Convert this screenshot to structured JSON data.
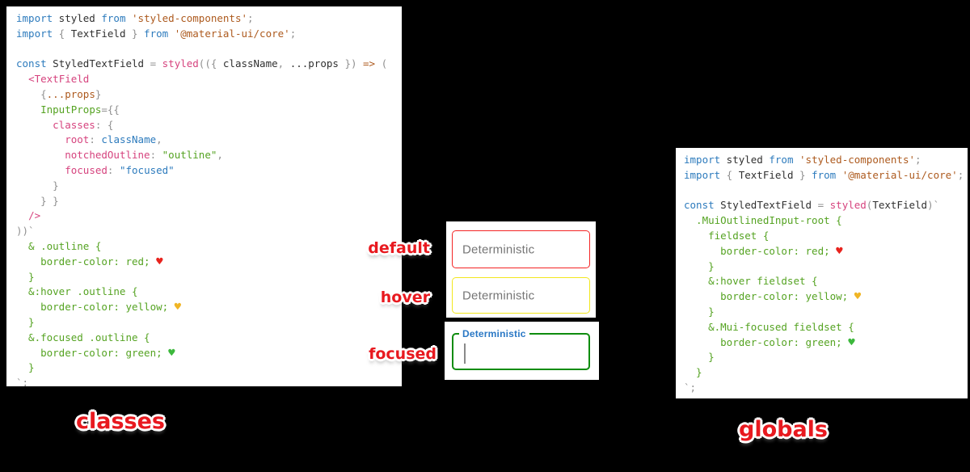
{
  "colors": {
    "background": "#000000",
    "annotation_red": "#e8191f",
    "keyword_blue": "#2d7bbd",
    "string_orange": "#ad5a1e",
    "jsx_pink": "#d6437e",
    "css_green": "#55a322",
    "border_default": "#f42525",
    "border_hover": "#f2e71d",
    "border_focused": "#0e8c0e",
    "label_gray": "#767676",
    "focused_label_blue": "#2a78c5"
  },
  "captions": {
    "classes": "classes",
    "globals": "globals"
  },
  "annotations": {
    "default": "default",
    "hover": "hover",
    "focused": "focused"
  },
  "textfields": {
    "default": {
      "label": "Deterministic",
      "border_color": "#f42525"
    },
    "hover": {
      "label": "Deterministic",
      "border_color": "#f2e71d"
    },
    "focused": {
      "label": "Deterministic",
      "border_color": "#0e8c0e"
    }
  },
  "left_snippet": {
    "lines": [
      [
        [
          "kw",
          "import"
        ],
        [
          "id",
          " styled "
        ],
        [
          "kw",
          "from"
        ],
        [
          "id",
          " "
        ],
        [
          "st",
          "'styled-components'"
        ],
        [
          "pn",
          ";"
        ]
      ],
      [
        [
          "kw",
          "import"
        ],
        [
          "pn",
          " { "
        ],
        [
          "id",
          "TextField"
        ],
        [
          "pn",
          " } "
        ],
        [
          "kw",
          "from"
        ],
        [
          "id",
          " "
        ],
        [
          "st",
          "'@material-ui/core'"
        ],
        [
          "pn",
          ";"
        ]
      ],
      [],
      [
        [
          "kw",
          "const"
        ],
        [
          "id",
          " StyledTextField "
        ],
        [
          "pn",
          "= "
        ],
        [
          "pk",
          "styled"
        ],
        [
          "pn",
          "(({ "
        ],
        [
          "id",
          "className"
        ],
        [
          "pn",
          ", "
        ],
        [
          "id",
          "...props"
        ],
        [
          "pn",
          " }) "
        ],
        [
          "st",
          "=>"
        ],
        [
          "pn",
          " ("
        ]
      ],
      [
        [
          "pn",
          "  "
        ],
        [
          "pk",
          "<TextField"
        ]
      ],
      [
        [
          "pn",
          "    {"
        ],
        [
          "st",
          "...props"
        ],
        [
          "pn",
          "}"
        ]
      ],
      [
        [
          "pn",
          "    "
        ],
        [
          "gr",
          "InputProps"
        ],
        [
          "pn",
          "={{"
        ]
      ],
      [
        [
          "pn",
          "      "
        ],
        [
          "pk",
          "classes"
        ],
        [
          "pn",
          ": {"
        ]
      ],
      [
        [
          "pn",
          "        "
        ],
        [
          "pk",
          "root"
        ],
        [
          "pn",
          ": "
        ],
        [
          "kw",
          "className"
        ],
        [
          "pn",
          ","
        ]
      ],
      [
        [
          "pn",
          "        "
        ],
        [
          "pk",
          "notchedOutline"
        ],
        [
          "pn",
          ": "
        ],
        [
          "gr",
          "\"outline\""
        ],
        [
          "pn",
          ","
        ]
      ],
      [
        [
          "pn",
          "        "
        ],
        [
          "pk",
          "focused"
        ],
        [
          "pn",
          ": "
        ],
        [
          "kw",
          "\"focused\""
        ]
      ],
      [
        [
          "pn",
          "      }"
        ]
      ],
      [
        [
          "pn",
          "    } }"
        ]
      ],
      [
        [
          "pn",
          "  "
        ],
        [
          "pk",
          "/>"
        ]
      ],
      [
        [
          "pn",
          "))`"
        ]
      ],
      [
        [
          "gr",
          "  & .outline {"
        ]
      ],
      [
        [
          "gr",
          "    border-color: red; "
        ],
        [
          "hr",
          "♥"
        ]
      ],
      [
        [
          "gr",
          "  }"
        ]
      ],
      [
        [
          "gr",
          "  &:hover .outline {"
        ]
      ],
      [
        [
          "gr",
          "    border-color: yellow; "
        ],
        [
          "hy",
          "♥"
        ]
      ],
      [
        [
          "gr",
          "  }"
        ]
      ],
      [
        [
          "gr",
          "  &.focused .outline {"
        ]
      ],
      [
        [
          "gr",
          "    border-color: green; "
        ],
        [
          "hg",
          "♥"
        ]
      ],
      [
        [
          "gr",
          "  }"
        ]
      ],
      [
        [
          "pn",
          "`;"
        ]
      ]
    ]
  },
  "right_snippet": {
    "lines": [
      [
        [
          "kw",
          "import"
        ],
        [
          "id",
          " styled "
        ],
        [
          "kw",
          "from"
        ],
        [
          "id",
          " "
        ],
        [
          "st",
          "'styled-components'"
        ],
        [
          "pn",
          ";"
        ]
      ],
      [
        [
          "kw",
          "import"
        ],
        [
          "pn",
          " { "
        ],
        [
          "id",
          "TextField"
        ],
        [
          "pn",
          " } "
        ],
        [
          "kw",
          "from"
        ],
        [
          "id",
          " "
        ],
        [
          "st",
          "'@material-ui/core'"
        ],
        [
          "pn",
          ";"
        ]
      ],
      [],
      [
        [
          "kw",
          "const"
        ],
        [
          "id",
          " StyledTextField "
        ],
        [
          "pn",
          "= "
        ],
        [
          "pk",
          "styled"
        ],
        [
          "pn",
          "("
        ],
        [
          "id",
          "TextField"
        ],
        [
          "pn",
          ")`"
        ]
      ],
      [
        [
          "gr",
          "  .MuiOutlinedInput-root {"
        ]
      ],
      [
        [
          "gr",
          "    fieldset {"
        ]
      ],
      [
        [
          "gr",
          "      border-color: red; "
        ],
        [
          "hr",
          "♥"
        ]
      ],
      [
        [
          "gr",
          "    }"
        ]
      ],
      [
        [
          "gr",
          "    &:hover fieldset {"
        ]
      ],
      [
        [
          "gr",
          "      border-color: yellow; "
        ],
        [
          "hy",
          "♥"
        ]
      ],
      [
        [
          "gr",
          "    }"
        ]
      ],
      [
        [
          "gr",
          "    &.Mui-focused fieldset {"
        ]
      ],
      [
        [
          "gr",
          "      border-color: green; "
        ],
        [
          "hg",
          "♥"
        ]
      ],
      [
        [
          "gr",
          "    }"
        ]
      ],
      [
        [
          "gr",
          "  }"
        ]
      ],
      [
        [
          "pn",
          "`;"
        ]
      ]
    ]
  }
}
